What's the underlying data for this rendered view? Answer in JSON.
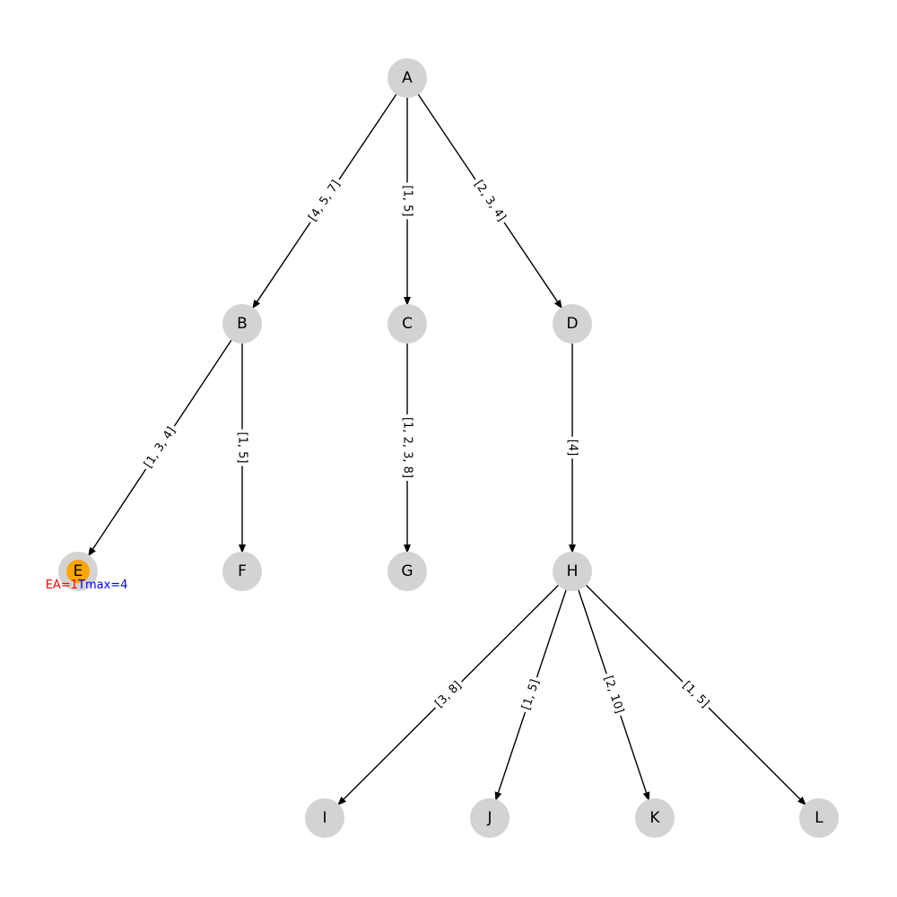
{
  "graph": {
    "nodes": [
      {
        "id": "A",
        "label": "A"
      },
      {
        "id": "B",
        "label": "B"
      },
      {
        "id": "C",
        "label": "C"
      },
      {
        "id": "D",
        "label": "D"
      },
      {
        "id": "E",
        "label": "E",
        "highlighted": true
      },
      {
        "id": "F",
        "label": "F"
      },
      {
        "id": "G",
        "label": "G"
      },
      {
        "id": "H",
        "label": "H"
      },
      {
        "id": "I",
        "label": "I"
      },
      {
        "id": "J",
        "label": "J"
      },
      {
        "id": "K",
        "label": "K"
      },
      {
        "id": "L",
        "label": "L"
      }
    ],
    "edges": [
      {
        "from": "A",
        "to": "B",
        "label": "[4, 5, 7]"
      },
      {
        "from": "A",
        "to": "C",
        "label": "[1, 5]"
      },
      {
        "from": "A",
        "to": "D",
        "label": "[2, 3, 4]"
      },
      {
        "from": "B",
        "to": "E",
        "label": "[1, 3, 4]"
      },
      {
        "from": "B",
        "to": "F",
        "label": "[1, 5]"
      },
      {
        "from": "C",
        "to": "G",
        "label": "[1, 2, 3, 8]"
      },
      {
        "from": "D",
        "to": "H",
        "label": "[4]"
      },
      {
        "from": "H",
        "to": "I",
        "label": "[3, 8]"
      },
      {
        "from": "H",
        "to": "J",
        "label": "[1, 5]"
      },
      {
        "from": "H",
        "to": "K",
        "label": "[2, 10]"
      },
      {
        "from": "H",
        "to": "L",
        "label": "[1, 5]"
      }
    ],
    "annotation": {
      "node": "E",
      "ea_text": "EA=1",
      "tmax_text": "Tmax=4",
      "ea_color": "#ff0000",
      "tmax_color": "#0000ff"
    }
  },
  "colors": {
    "node_fill": "#d3d3d3",
    "highlight_fill": "#ffa500",
    "edge": "#000000"
  }
}
